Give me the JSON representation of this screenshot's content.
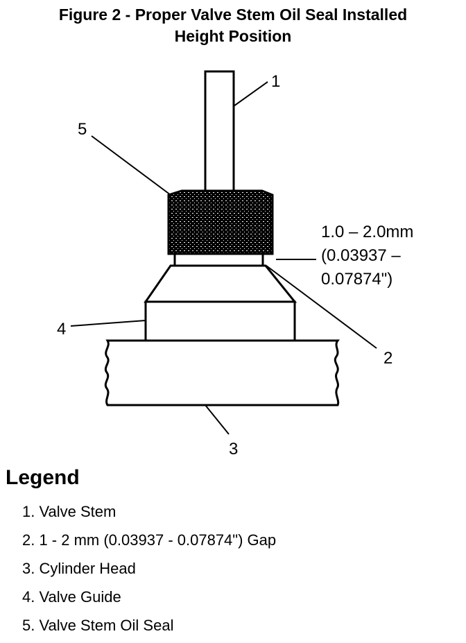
{
  "title": {
    "line1": "Figure 2 - Proper Valve Stem Oil Seal Installed",
    "line2": "Height Position"
  },
  "callouts": {
    "c1": "1",
    "c2": "2",
    "c3": "3",
    "c4": "4",
    "c5": "5"
  },
  "dimension": {
    "line1": "1.0 – 2.0mm",
    "line2": "(0.03937 –",
    "line3": "0.07874\")"
  },
  "legend": {
    "title": "Legend",
    "items": [
      "1. Valve Stem",
      "2. 1 - 2 mm (0.03937 - 0.07874\") Gap",
      "3. Cylinder Head",
      "4. Valve Guide",
      "5. Valve Stem Oil Seal"
    ]
  }
}
